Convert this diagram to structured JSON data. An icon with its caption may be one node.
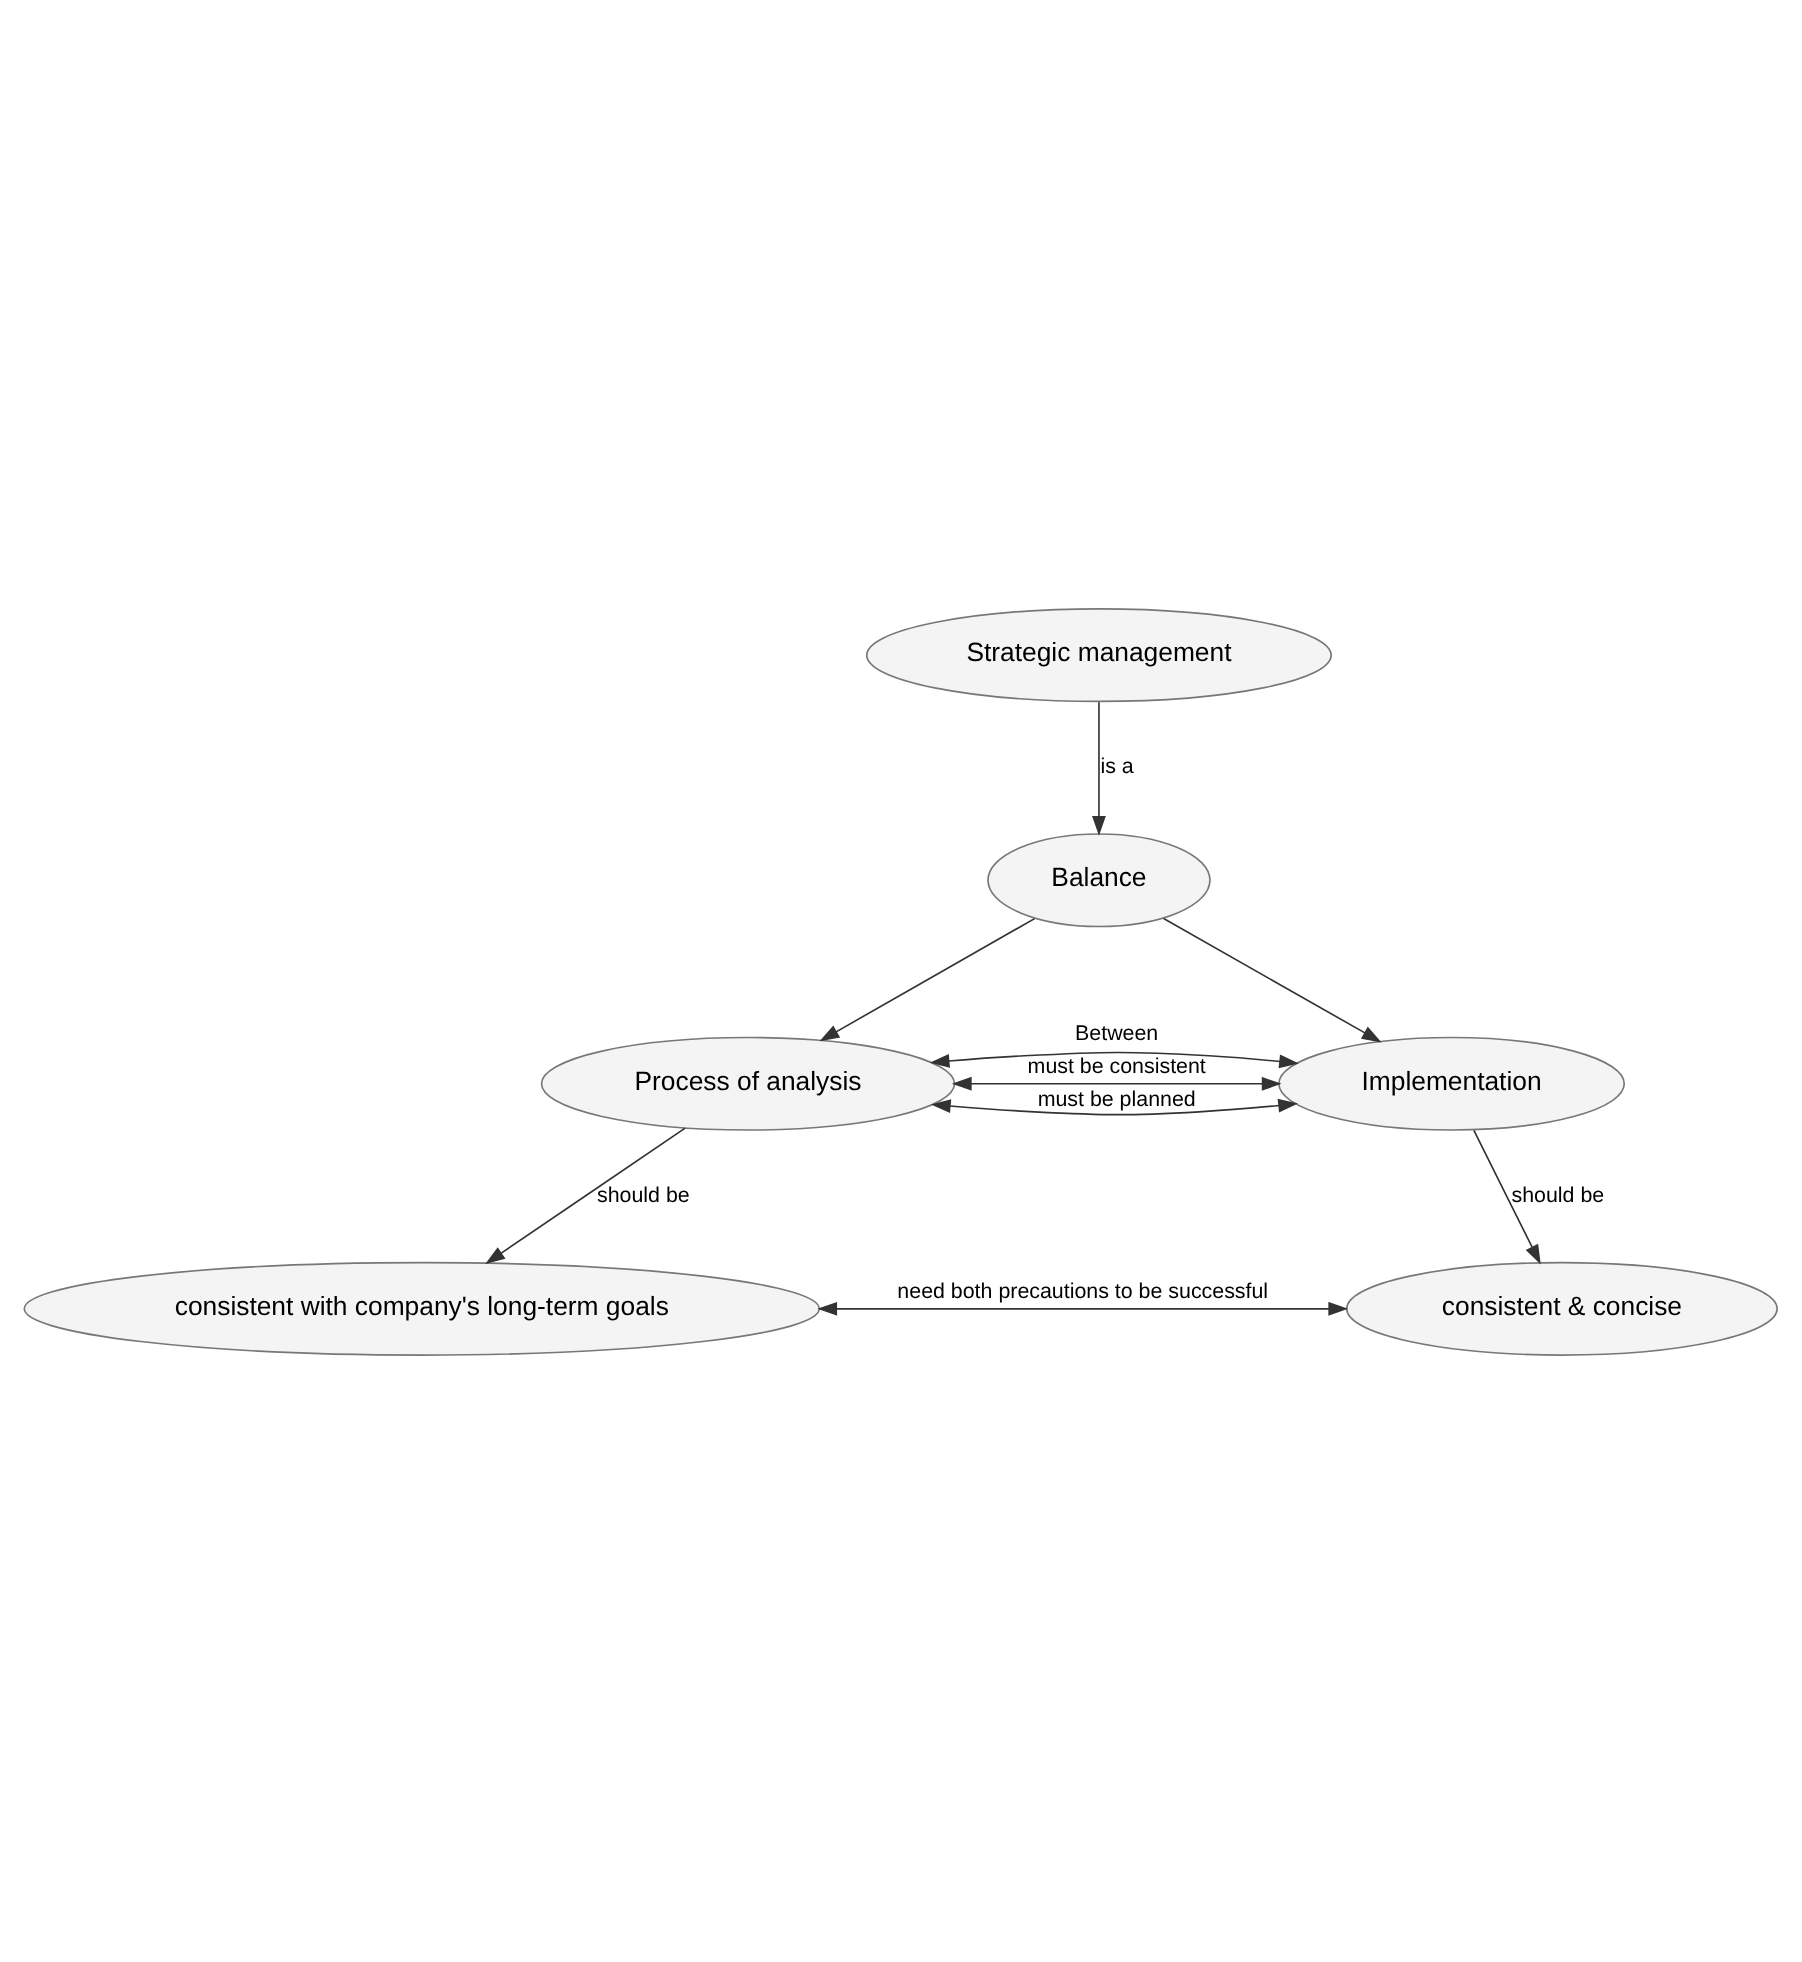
{
  "diagram": {
    "nodes": [
      {
        "text": [
          "Strategic management"
        ]
      },
      {
        "text": [
          "Balance"
        ]
      },
      {
        "text": [
          "Process of analysis"
        ]
      },
      {
        "text": [
          "Implementation"
        ]
      },
      {
        "text": [
          "consistent with company's long-term goals"
        ]
      },
      {
        "text": [
          "consistent & concise"
        ]
      }
    ],
    "edges": [
      {
        "from": 0,
        "to": 1,
        "arrow": "to",
        "label": "is a"
      },
      {
        "from": 1,
        "to": 2,
        "arrow": "to"
      },
      {
        "from": 1,
        "to": 3,
        "arrow": "to"
      },
      {
        "from": 2,
        "to": 3,
        "arrow": "both",
        "label": "Between"
      },
      {
        "from": 2,
        "to": 3,
        "arrow": "both",
        "label": "must be planned"
      },
      {
        "from": 2,
        "to": 3,
        "arrow": "both",
        "label": "must be consistent"
      },
      {
        "from": 2,
        "to": 4,
        "arrow": "to",
        "label": "should be"
      },
      {
        "from": 3,
        "to": 5,
        "arrow": "to",
        "label": "should be"
      },
      {
        "from": 4,
        "to": 5,
        "arrow": "both",
        "label": "need both precautions to be successful"
      }
    ]
  }
}
